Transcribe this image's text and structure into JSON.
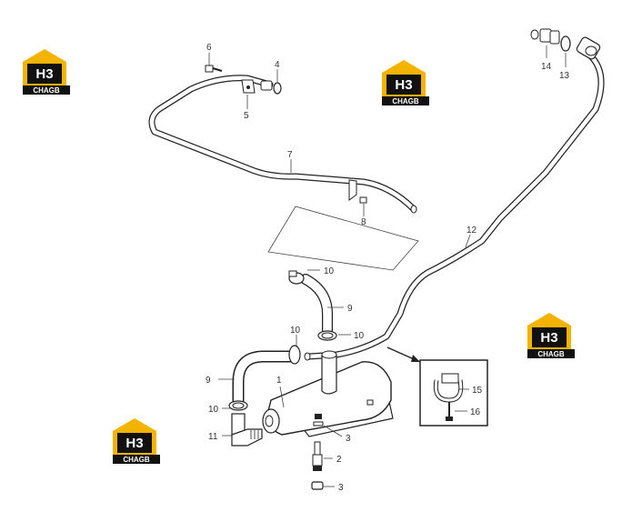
{
  "diagram": {
    "labels": {
      "p1": "1",
      "p2": "2",
      "p3a": "3",
      "p3b": "3",
      "p4": "4",
      "p5": "5",
      "p6": "6",
      "p7": "7",
      "p8": "8",
      "p9a": "9",
      "p9b": "9",
      "p10a": "10",
      "p10b": "10",
      "p10c": "10",
      "p10d": "10",
      "p11": "11",
      "p12": "12",
      "p13": "13",
      "p14": "14",
      "p15": "15",
      "p16": "16"
    }
  },
  "watermark": {
    "text_top": "H3",
    "text_bottom": "CHAGB",
    "colors": {
      "yellow": "#f2b400",
      "black": "#111111",
      "white": "#ffffff"
    }
  }
}
